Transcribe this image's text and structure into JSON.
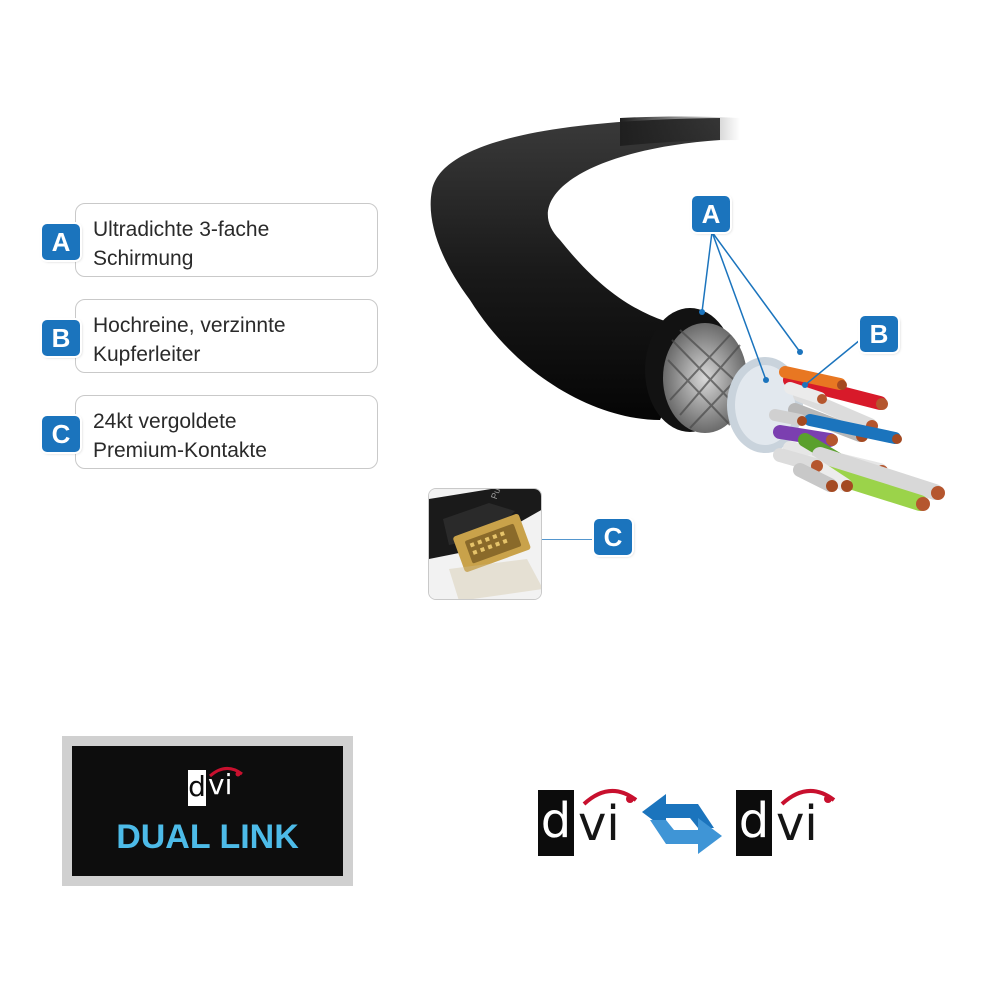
{
  "features": [
    {
      "letter": "A",
      "line1": "Ultradichte 3-fache",
      "line2": "Schirmung"
    },
    {
      "letter": "B",
      "line1": "Hochreine, verzinnte",
      "line2": "Kupferleiter"
    },
    {
      "letter": "C",
      "line1": "24kt vergoldete",
      "line2": "Premium-Kontakte"
    }
  ],
  "callouts": {
    "a": "A",
    "b": "B",
    "c": "C"
  },
  "connector_brand": "PureLink",
  "dual_link": {
    "logo_d": "d",
    "logo_vi": "vi",
    "text": "DUAL LINK"
  },
  "compat": {
    "left_d": "d",
    "left_vi": "vi",
    "right_d": "d",
    "right_vi": "vi"
  },
  "colors": {
    "accent": "#1b74bd",
    "dual_link_text": "#4dbbe8",
    "dvi_red": "#c8102e"
  },
  "icons": [
    "dvi-logo",
    "bidirectional-arrow-icon"
  ]
}
